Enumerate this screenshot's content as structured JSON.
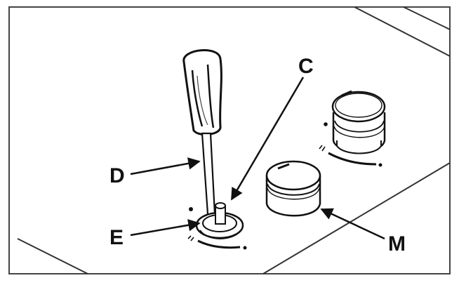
{
  "figure": {
    "labels": {
      "c": "C",
      "d": "D",
      "e": "E",
      "m": "M"
    }
  }
}
